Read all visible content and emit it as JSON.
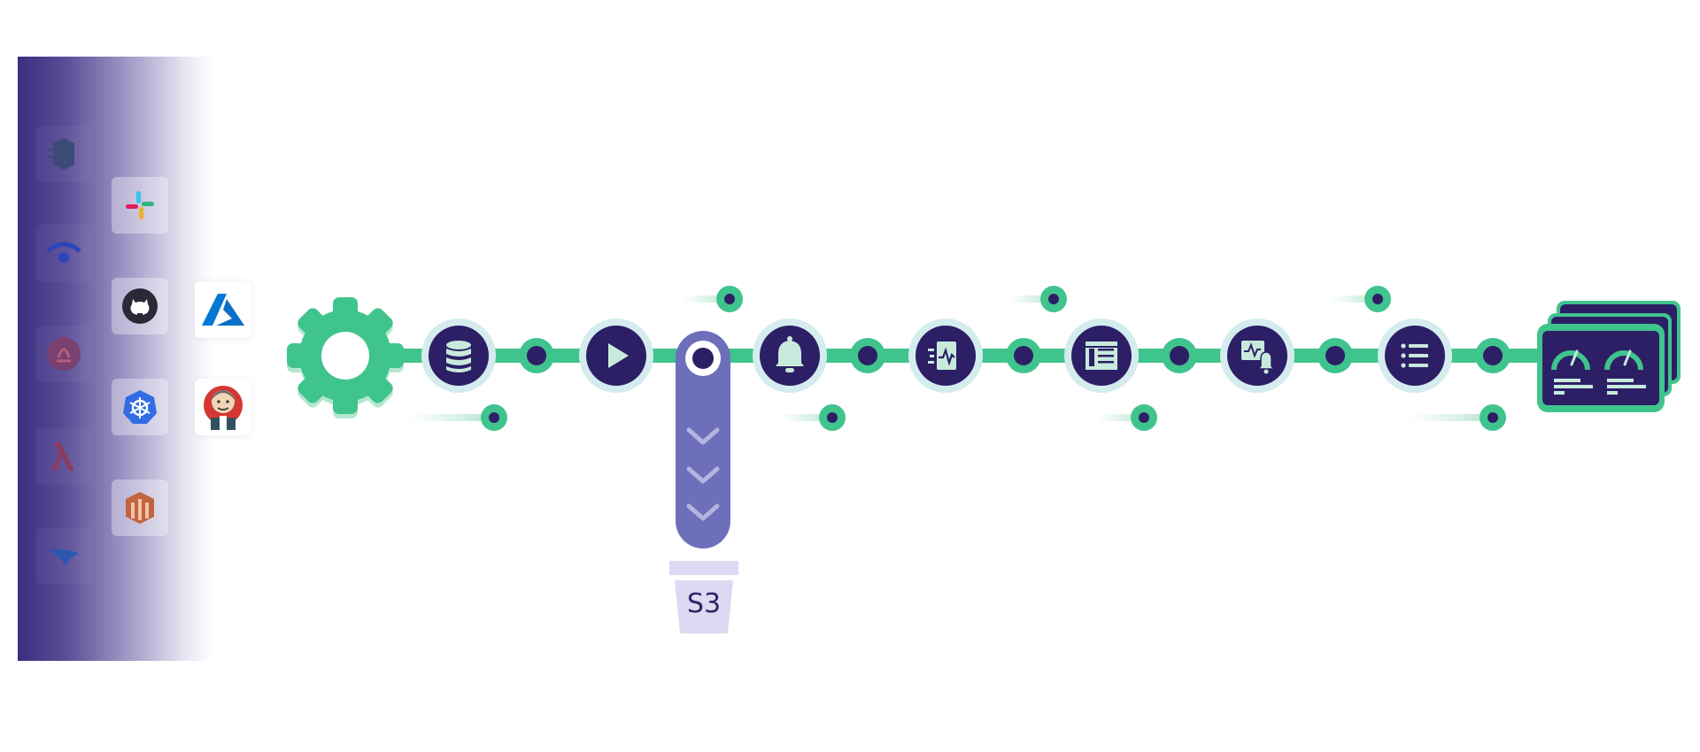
{
  "diagram": {
    "integrations": [
      {
        "name": "aws-ecs",
        "icon": "ecs-icon"
      },
      {
        "name": "slack",
        "icon": "slack-icon"
      },
      {
        "name": "wifi",
        "icon": "broadcast-icon"
      },
      {
        "name": "github",
        "icon": "github-icon"
      },
      {
        "name": "azure",
        "icon": "azure-icon"
      },
      {
        "name": "prometheus",
        "icon": "prometheus-icon"
      },
      {
        "name": "kubernetes",
        "icon": "kubernetes-icon"
      },
      {
        "name": "jenkins",
        "icon": "jenkins-icon"
      },
      {
        "name": "aws-lambda",
        "icon": "lambda-icon"
      },
      {
        "name": "aws-stack",
        "icon": "stack-icon"
      },
      {
        "name": "bird",
        "icon": "bird-icon"
      }
    ],
    "pipeline_nodes": [
      "gear-icon",
      "database-icon",
      "play-icon",
      "bell-icon",
      "monitor-icon",
      "table-icon",
      "alert-icon",
      "list-icon",
      "dashboard-icon"
    ],
    "storage": {
      "label": "S3",
      "icon": "bucket-icon"
    },
    "colors": {
      "green": "#40c48d",
      "green_light": "#c8eadc",
      "navy": "#2c1f66",
      "purple": "#6e6fbb",
      "purple_light": "#ddd9f2",
      "ice": "#d4ecee"
    }
  }
}
